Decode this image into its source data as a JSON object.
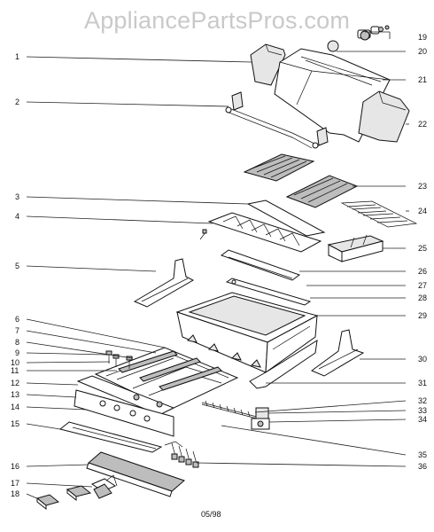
{
  "watermark": "AppliancePartsPros.com",
  "date_code": "05/98",
  "callouts": {
    "left": [
      "1",
      "2",
      "3",
      "4",
      "5",
      "6",
      "7",
      "8",
      "9",
      "10",
      "11",
      "12",
      "13",
      "14",
      "15",
      "16",
      "17",
      "18"
    ],
    "right": [
      "19",
      "20",
      "21",
      "22",
      "23",
      "24",
      "25",
      "26",
      "27",
      "28",
      "29",
      "30",
      "31",
      "32",
      "33",
      "34",
      "35",
      "36"
    ]
  }
}
